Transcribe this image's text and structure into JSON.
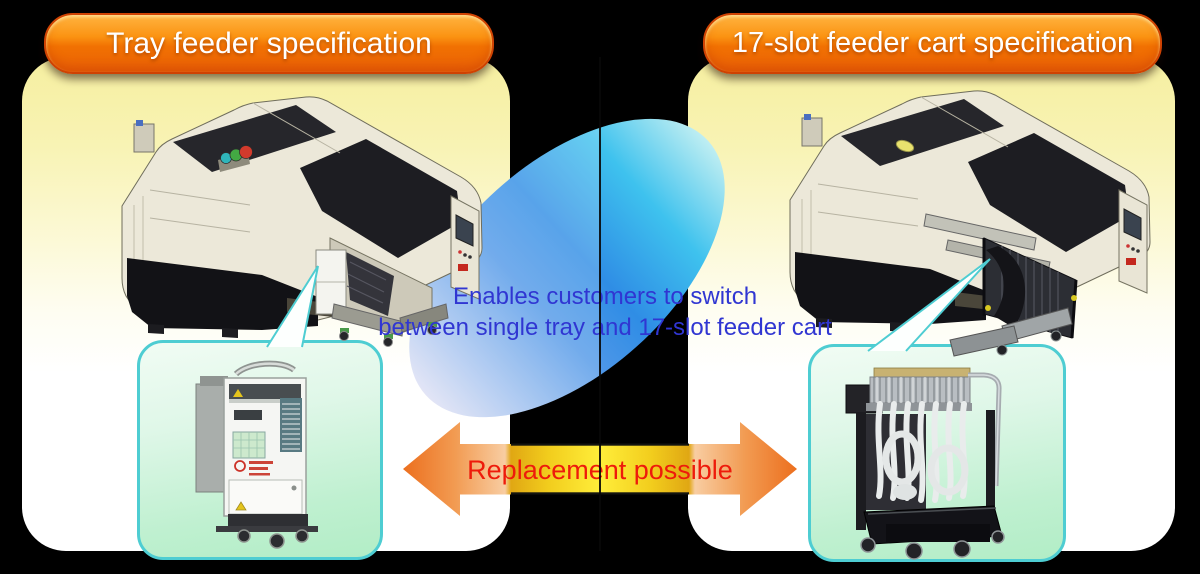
{
  "panels": {
    "left": {
      "title": "Tray feeder specification"
    },
    "right": {
      "title": "17-slot feeder cart specification"
    }
  },
  "center_message": {
    "line1": "Enables customers to switch",
    "line2": "between single tray and 17-slot feeder cart"
  },
  "arrow": {
    "label": "Replacement possible"
  },
  "illustrations": {
    "left_machine": "pick-and-place-machine-with-single-tray-feeder",
    "right_machine": "pick-and-place-machine-with-17-slot-feeder-cart",
    "left_callout_unit": "single-tray-feeder-unit",
    "right_callout_unit": "17-slot-feeder-cart"
  },
  "colors": {
    "pill_orange_top": "#ffb440",
    "pill_orange_bottom": "#ea6106",
    "pill_border": "#cf4202",
    "panel_yellow_top": "#f6efa0",
    "callout_border_teal": "#4ecdd2",
    "callout_mint_green": "#b2edc6",
    "message_blue": "#3036d2",
    "arrow_label_red": "#ee1b0b",
    "arrow_orange": "#ec6f1e",
    "arrow_yellow": "#ffee3a",
    "ellipse_blue": "#2f8de5",
    "background": "#000000"
  }
}
